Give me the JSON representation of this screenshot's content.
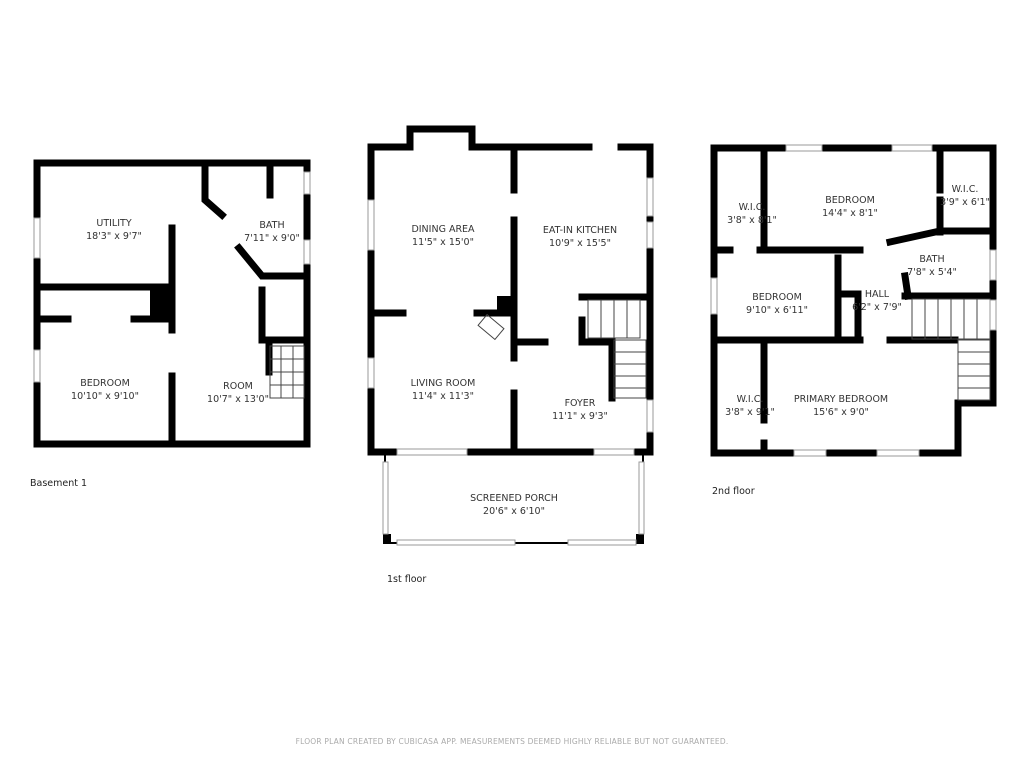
{
  "basement": {
    "floor_label": "Basement 1",
    "rooms": [
      {
        "name": "UTILITY",
        "size": "18'3\" x 9'7\""
      },
      {
        "name": "BATH",
        "size": "7'11\" x 9'0\""
      },
      {
        "name": "BEDROOM",
        "size": "10'10\" x 9'10\""
      },
      {
        "name": "ROOM",
        "size": "10'7\" x 13'0\""
      }
    ]
  },
  "first_floor": {
    "floor_label": "1st floor",
    "rooms": [
      {
        "name": "DINING AREA",
        "size": "11'5\" x 15'0\""
      },
      {
        "name": "EAT-IN KITCHEN",
        "size": "10'9\" x 15'5\""
      },
      {
        "name": "LIVING ROOM",
        "size": "11'4\" x 11'3\""
      },
      {
        "name": "FOYER",
        "size": "11'1\" x 9'3\""
      },
      {
        "name": "SCREENED PORCH",
        "size": "20'6\" x 6'10\""
      }
    ]
  },
  "second_floor": {
    "floor_label": "2nd floor",
    "rooms": [
      {
        "name": "W.I.C.",
        "size": "3'8\" x 8'1\""
      },
      {
        "name": "BEDROOM",
        "size": "14'4\" x 8'1\""
      },
      {
        "name": "W.I.C.",
        "size": "3'9\" x 6'1\""
      },
      {
        "name": "BATH",
        "size": "7'8\" x 5'4\""
      },
      {
        "name": "BEDROOM",
        "size": "9'10\" x 6'11\""
      },
      {
        "name": "HALL",
        "size": "6'2\" x 7'9\""
      },
      {
        "name": "W.I.C.",
        "size": "3'8\" x 9'1\""
      },
      {
        "name": "PRIMARY BEDROOM",
        "size": "15'6\" x 9'0\""
      }
    ]
  },
  "footer": "FLOOR PLAN CREATED BY CUBICASA APP. MEASUREMENTS DEEMED HIGHLY RELIABLE BUT NOT GUARANTEED."
}
